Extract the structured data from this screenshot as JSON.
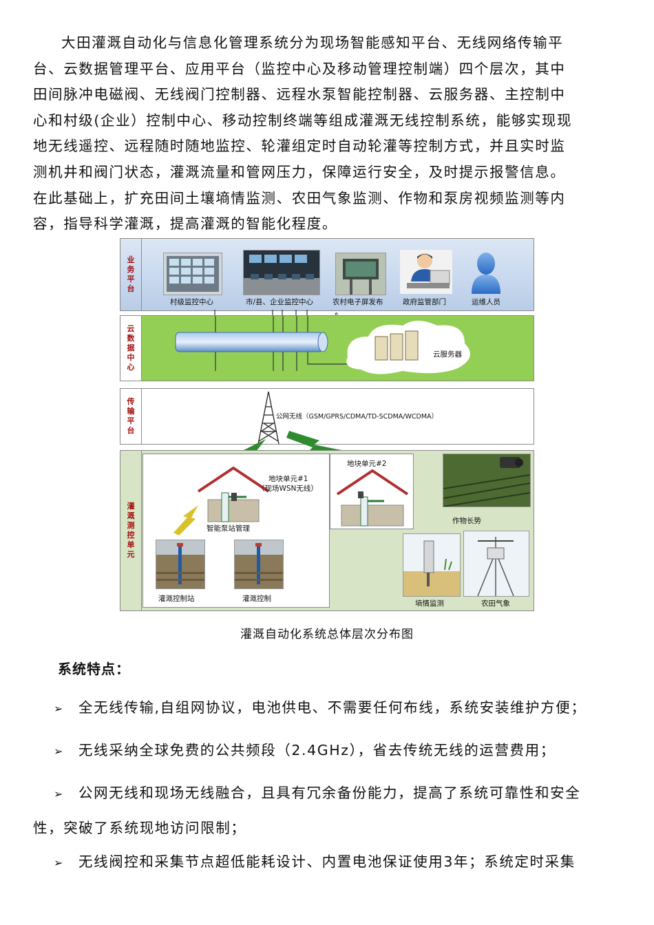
{
  "intro": {
    "lines": [
      "大田灌溉自动化与信息化管理系统分为现场智能感知平台、无线网络传输平",
      "台、云数据管理平台、应用平台（监控中心及移动管理控制端）四个层次，其中",
      "田间脉冲电磁阀、无线阀门控制器、远程水泵智能控制器、云服务器、主控制中",
      "心和村级(企业）控制中心、移动控制终端等组成灌溉无线控制系统，能够实现现",
      "地无线遥控、远程随时随地监控、轮灌组定时自动轮灌等控制方式，并且实时监",
      "测机井和阀门状态，灌溉流量和管网压力，保障运行安全，及时提示报警信息。",
      "在此基础上，扩充田间土壤墒情监测、农田气象监测、作物和泵房视频监测等内",
      "容，指导科学灌溉，提高灌溉的智能化程度。"
    ]
  },
  "figure": {
    "layers": {
      "business": "业务平台",
      "cloud": "云数据中心",
      "transmission": "传输平台",
      "irrigation": "灌溉测控单元"
    },
    "business_items": [
      "村级监控中心",
      "市/县、企业监控中心",
      "农村电子屏发布",
      "政府监管部门",
      "运维人员"
    ],
    "cloud_server": "云服务器",
    "network": "公网无线（GSM/GPRS/CDMA/TD-SCDMA/WCDMA）",
    "unit1_title": "地块单元#1",
    "unit1_sub": "（现场WSN无线）",
    "unit2_title": "地块单元#2",
    "pump": "智能泵站管理",
    "station1": "灌溉控制站",
    "station2": "灌溉控制",
    "crop": "作物长势",
    "soil": "墒情监测",
    "weather": "农田气象",
    "colors": {
      "business_bg": "#c7d8ee",
      "cloud_bg": "#92d050",
      "trans_bg": "#ffffff",
      "field_bg": "#d9e6c7",
      "label_text": "#a01010"
    }
  },
  "caption": "灌溉自动化系统总体层次分布图",
  "features": {
    "heading": "系统特点：",
    "marker": "➢",
    "items": [
      "全无线传输,自组网协议，电池供电、不需要任何布线，系统安装维护方便；",
      "无线采纳全球免费的公共频段（2.4GHz），省去传统无线的运营费用；",
      "公网无线和现场无线融合，且具有冗余备份能力，提高了系统可靠性和安全",
      "性，突破了系统现地访问限制；",
      "无线阀控和采集节点超低能耗设计、内置电池保证使用3年；系统定时采集"
    ]
  }
}
